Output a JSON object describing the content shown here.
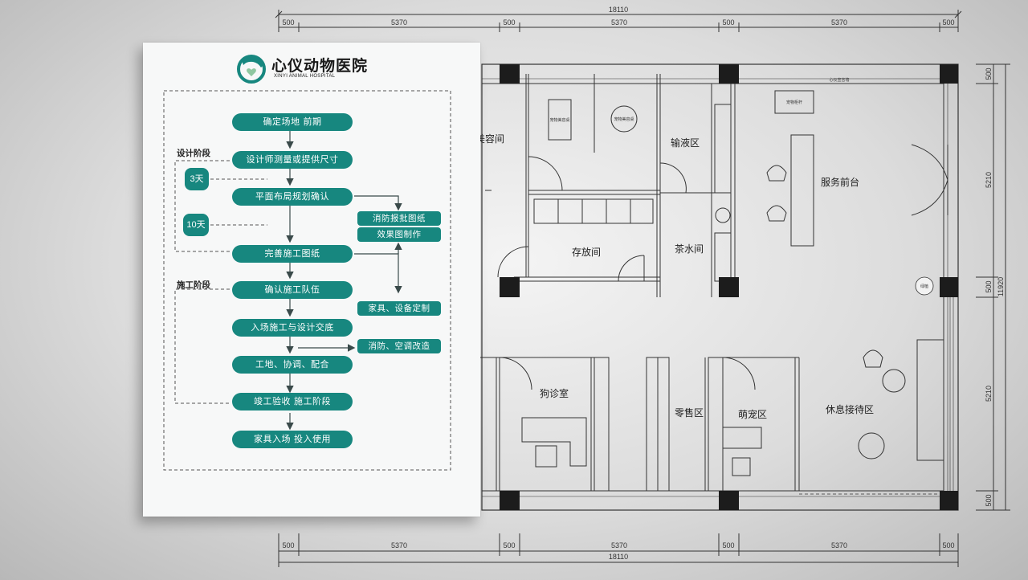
{
  "plan": {
    "dims_top": {
      "total": "18110",
      "segments": [
        "500",
        "5370",
        "500",
        "5370",
        "500",
        "5370",
        "500"
      ]
    },
    "dims_bottom": {
      "total": "18110",
      "segments": [
        "500",
        "5370",
        "500",
        "5370",
        "500",
        "5370",
        "500"
      ]
    },
    "dims_right": {
      "total": "11920",
      "segments": [
        "500",
        "5210",
        "500",
        "5210",
        "500"
      ]
    },
    "rooms": {
      "beauty": "美容间",
      "infusion": "输液区",
      "service_desk": "服务前台",
      "storage": "存放间",
      "tea": "茶水间",
      "dog_clinic": "狗诊室",
      "retail": "零售区",
      "cute_pet": "萌宠区",
      "lounge": "休息接待区"
    },
    "small_labels": {
      "table_a": "宠物美容桌",
      "table_b": "宠物美容桌",
      "counter": "宠物柜杆",
      "top_wall": "心仪宣言墙",
      "plant": "绿植"
    }
  },
  "sheet": {
    "logo": {
      "title": "心仪动物医院",
      "subtitle": "XINYI ANIMAL HOSPITAL",
      "brand_color": "#17877f"
    },
    "stages": {
      "design": "设计阶段",
      "construction": "施工阶段"
    },
    "durations": {
      "d1": "3天",
      "d2": "10天"
    },
    "steps": [
      "确定场地 前期",
      "设计师测量或提供尺寸",
      "平面布局规划确认",
      "完善施工图纸",
      "确认施工队伍",
      "入场施工与设计交底",
      "工地、协调、配合",
      "竣工验收 施工阶段",
      "家具入场 投入使用"
    ],
    "side_items": [
      "消防报批图纸",
      "效果图制作",
      "家具、设备定制",
      "消防、空调改造"
    ]
  }
}
